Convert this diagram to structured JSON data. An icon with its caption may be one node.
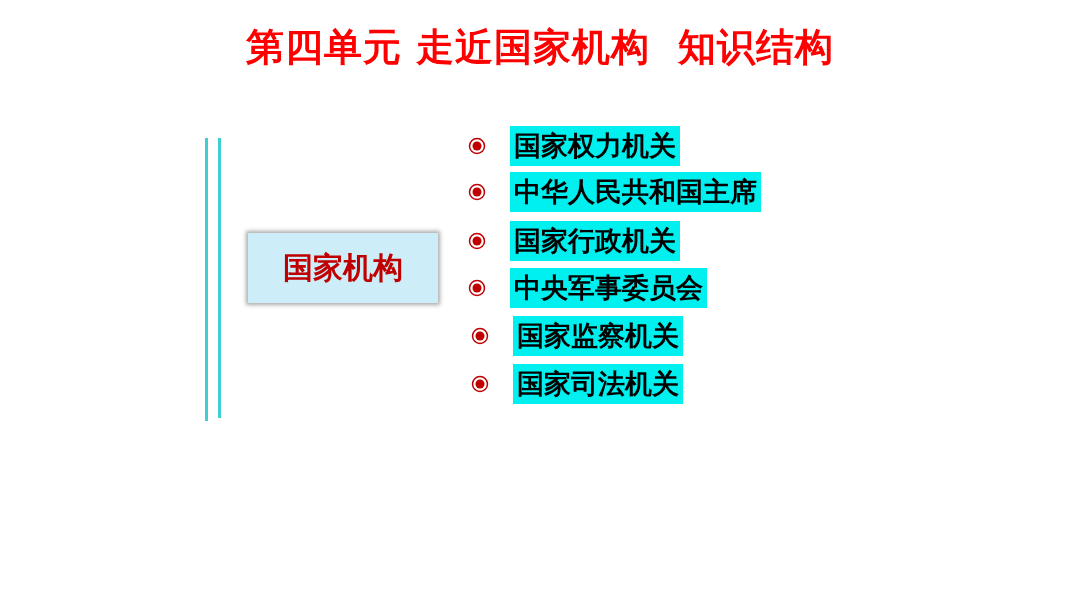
{
  "diagram": {
    "title": "第四单元 走近国家机构  知识结构",
    "nodes": [
      {
        "text": [
          "国家机构"
        ]
      },
      {
        "text": [
          "国家权力机关"
        ]
      },
      {
        "text": [
          "中华人民共和国主席"
        ]
      },
      {
        "text": [
          "国家行政机关"
        ]
      },
      {
        "text": [
          "中央军事委员会"
        ]
      },
      {
        "text": [
          "国家监察机关"
        ]
      },
      {
        "text": [
          "国家司法机关"
        ]
      }
    ]
  }
}
